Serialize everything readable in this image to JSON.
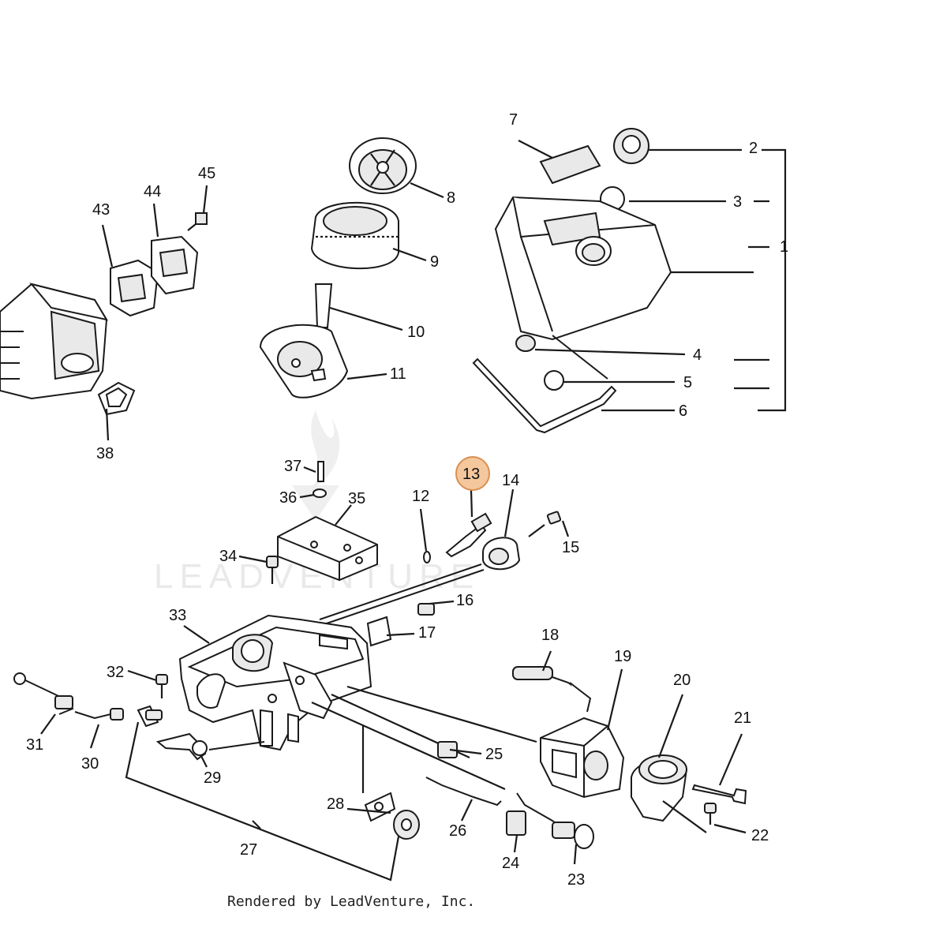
{
  "diagram": {
    "callouts": [
      "1",
      "2",
      "3",
      "4",
      "5",
      "6",
      "7",
      "8",
      "9",
      "10",
      "11",
      "12",
      "13",
      "14",
      "15",
      "16",
      "17",
      "18",
      "19",
      "20",
      "21",
      "22",
      "23",
      "24",
      "25",
      "26",
      "27",
      "28",
      "29",
      "30",
      "31",
      "32",
      "33",
      "34",
      "35",
      "36",
      "37",
      "38",
      "43",
      "44",
      "45"
    ],
    "highlighted_callout": "13",
    "highlight_color": "#f4c79d",
    "watermark_text": "LEADVENTURE",
    "footer_text": "Rendered by LeadVenture, Inc."
  }
}
